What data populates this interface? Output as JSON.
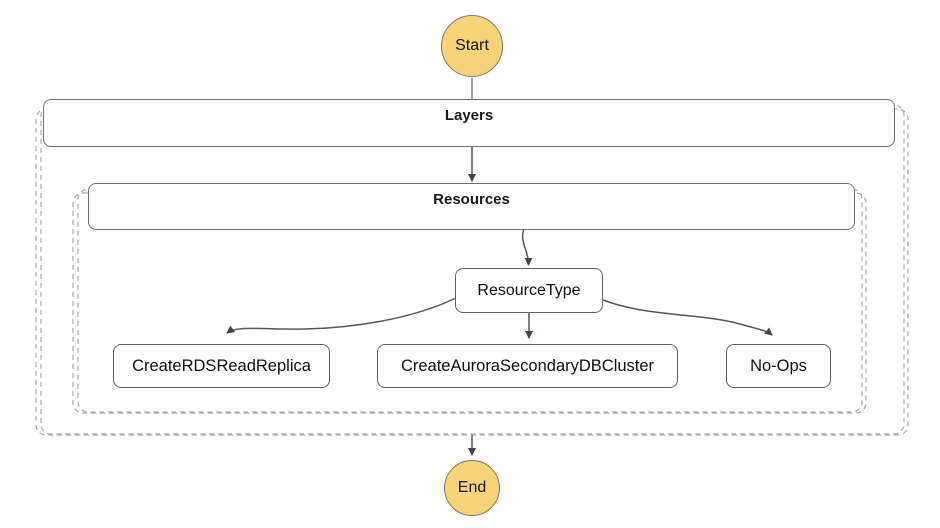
{
  "diagram": {
    "nodes": {
      "start": "Start",
      "end": "End",
      "layers_group": "Layers",
      "resources_group": "Resources",
      "choice": "ResourceType",
      "branch_left": "CreateRDSReadReplica",
      "branch_middle": "CreateAuroraSecondaryDBCluster",
      "branch_right": "No-Ops"
    },
    "colors": {
      "background": "#FFFFFF",
      "terminal_fill": "#F8D377",
      "terminal_border": "#7C7866",
      "group_border": "#6C727A",
      "action_border": "#5C636B",
      "dashed_border": "#A5A9AE",
      "connector": "#54585D",
      "start_connector": "#8A8A8A",
      "arrowhead": "#41464C",
      "text": "#16191F"
    }
  }
}
